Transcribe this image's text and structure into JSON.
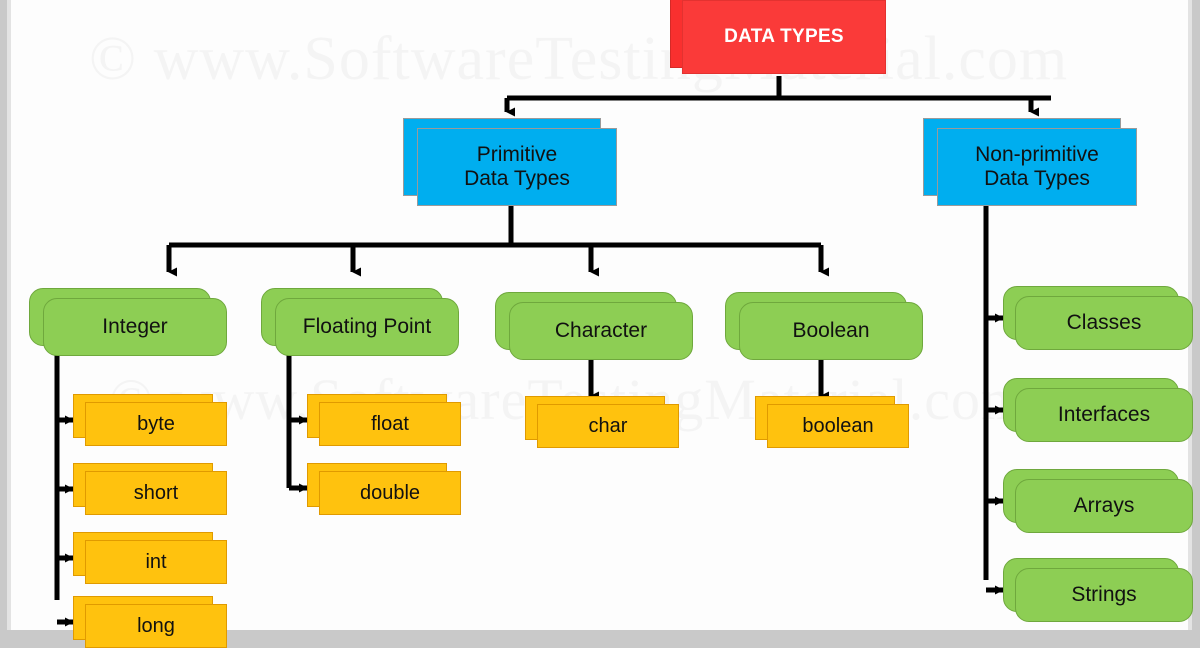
{
  "meta": {
    "title": "Java Data Types Hierarchy Diagram",
    "background_color": "#fdfdfd",
    "page_frame_color": "#c9c9c9"
  },
  "watermark": {
    "line1": "© www.SoftwareTestingMaterial.com",
    "line2": "© www.SoftwareTestingMaterial.com",
    "color": "#f4f4f4"
  },
  "palette": {
    "root": "#fa3a39",
    "category": "#00aeef",
    "group": "#8dce54",
    "leaf": "#ffc20e",
    "connector": "#000000",
    "root_text": "#ffffff",
    "node_text": "#111111"
  },
  "diagram": {
    "type": "tree",
    "root": {
      "id": "data-types",
      "label": "DATA TYPES",
      "style": "root",
      "children": [
        {
          "id": "primitive",
          "label_line1": "Primitive",
          "label_line2": "Data Types",
          "label": "Primitive Data Types",
          "style": "category",
          "children": [
            {
              "id": "integer",
              "label": "Integer",
              "style": "group",
              "children": [
                {
                  "id": "byte",
                  "label": "byte",
                  "style": "leaf"
                },
                {
                  "id": "short",
                  "label": "short",
                  "style": "leaf"
                },
                {
                  "id": "int",
                  "label": "int",
                  "style": "leaf"
                },
                {
                  "id": "long",
                  "label": "long",
                  "style": "leaf"
                }
              ]
            },
            {
              "id": "floating-point",
              "label": "Floating Point",
              "style": "group",
              "children": [
                {
                  "id": "float",
                  "label": "float",
                  "style": "leaf"
                },
                {
                  "id": "double",
                  "label": "double",
                  "style": "leaf"
                }
              ]
            },
            {
              "id": "character",
              "label": "Character",
              "style": "group",
              "children": [
                {
                  "id": "char",
                  "label": "char",
                  "style": "leaf"
                }
              ]
            },
            {
              "id": "boolean-group",
              "label": "Boolean",
              "style": "group",
              "children": [
                {
                  "id": "boolean",
                  "label": "boolean",
                  "style": "leaf"
                }
              ]
            }
          ]
        },
        {
          "id": "non-primitive",
          "label_line1": "Non-primitive",
          "label_line2": "Data Types",
          "label": "Non-primitive Data Types",
          "style": "category",
          "children": [
            {
              "id": "classes",
              "label": "Classes",
              "style": "group"
            },
            {
              "id": "interfaces",
              "label": "Interfaces",
              "style": "group"
            },
            {
              "id": "arrays",
              "label": "Arrays",
              "style": "group"
            },
            {
              "id": "strings",
              "label": "Strings",
              "style": "group"
            }
          ]
        }
      ]
    }
  },
  "nodes": {
    "data_types": {
      "label": "DATA TYPES"
    },
    "primitive": {
      "line1": "Primitive",
      "line2": "Data Types"
    },
    "non_primitive": {
      "line1": "Non-primitive",
      "line2": "Data Types"
    },
    "integer": {
      "label": "Integer"
    },
    "floating_point": {
      "label": "Floating Point"
    },
    "character": {
      "label": "Character"
    },
    "boolean_group": {
      "label": "Boolean"
    },
    "byte": {
      "label": "byte"
    },
    "short": {
      "label": "short"
    },
    "int": {
      "label": "int"
    },
    "long": {
      "label": "long"
    },
    "float": {
      "label": "float"
    },
    "double": {
      "label": "double"
    },
    "char": {
      "label": "char"
    },
    "boolean": {
      "label": "boolean"
    },
    "classes": {
      "label": "Classes"
    },
    "interfaces": {
      "label": "Interfaces"
    },
    "arrays": {
      "label": "Arrays"
    },
    "strings": {
      "label": "Strings"
    }
  }
}
